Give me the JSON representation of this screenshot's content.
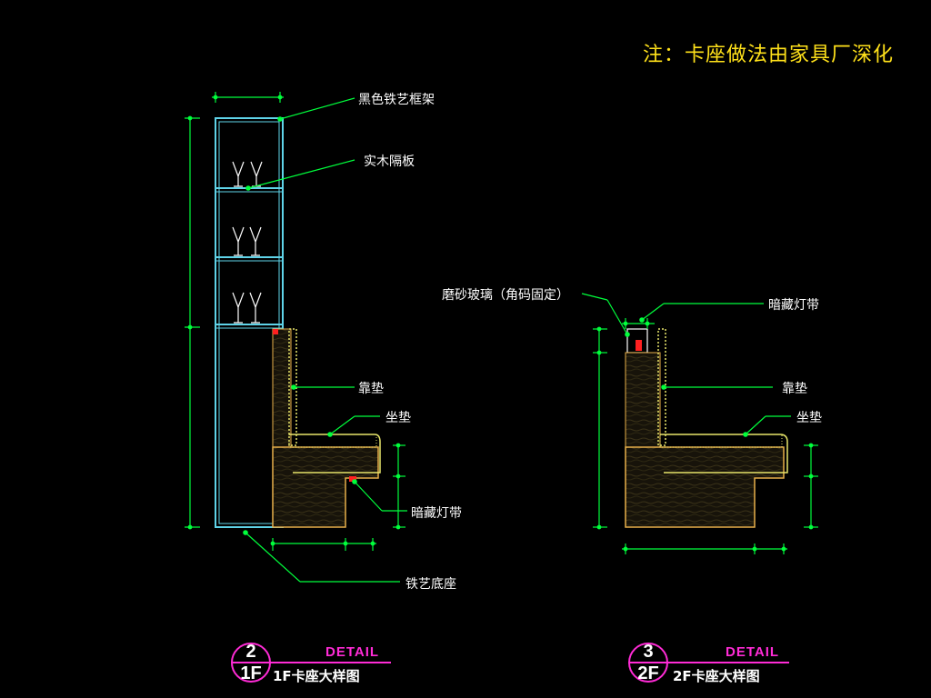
{
  "note": "注：卡座做法由家具厂深化",
  "labels": {
    "frame": "黑色铁艺框架",
    "shelf": "实木隔板",
    "back_cushion": "靠垫",
    "seat_cushion": "坐垫",
    "led_strip": "暗藏灯带",
    "iron_base": "铁艺底座",
    "frosted_glass": "磨砂玻璃（角码固定）"
  },
  "details": [
    {
      "num_top": "2",
      "num_bottom": "1F",
      "word": "DETAIL",
      "title": "1F卡座大样图"
    },
    {
      "num_top": "3",
      "num_bottom": "2F",
      "word": "DETAIL",
      "title": "2F卡座大样图"
    }
  ],
  "colors": {
    "background": "#000000",
    "dimension": "#00ff3c",
    "frame": "#5fd3e8",
    "note": "#ffe11a",
    "detail": "#ff2bd6",
    "wood": "#2a2410",
    "wood_outline": "#e8b04a",
    "cushion": "#e8e66a",
    "red": "#ff2020"
  }
}
